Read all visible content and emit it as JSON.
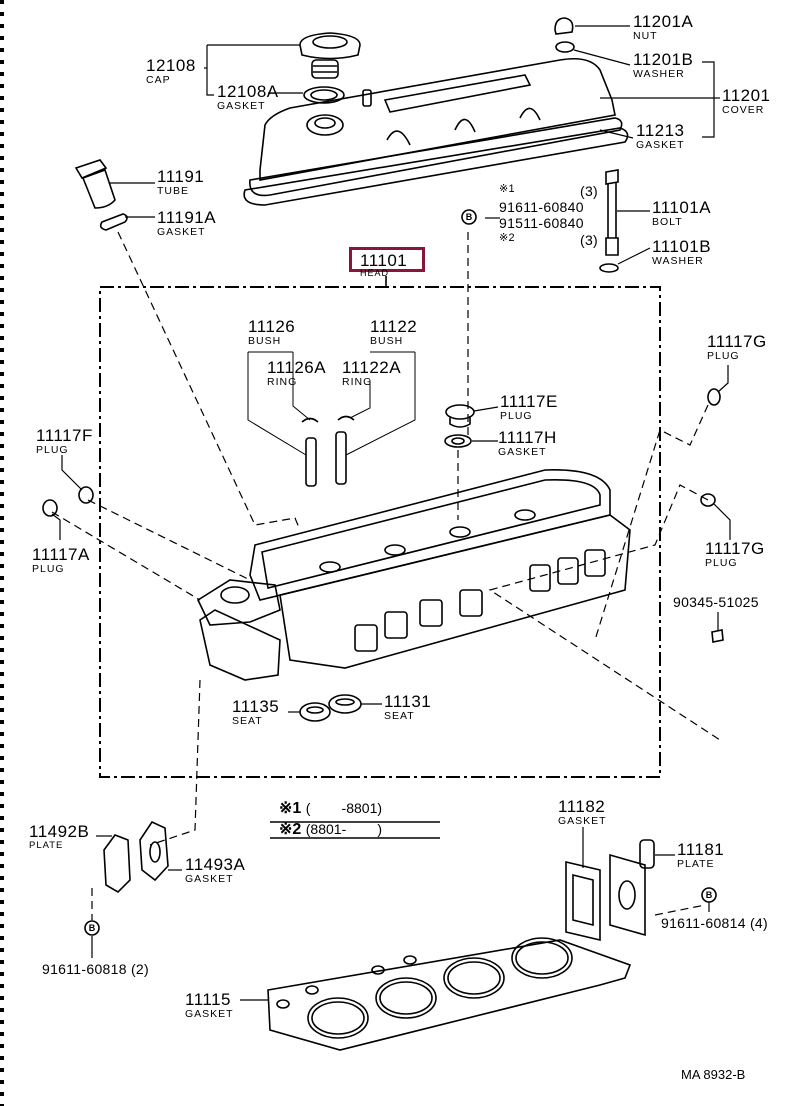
{
  "diagram": {
    "figure_id": "MA 8932-B",
    "highlight_color": "#8a1538",
    "highlighted_part": "11101",
    "parts": [
      {
        "id": "12108",
        "name": "CAP"
      },
      {
        "id": "12108A",
        "name": "GASKET"
      },
      {
        "id": "11201A",
        "name": "NUT"
      },
      {
        "id": "11201B",
        "name": "WASHER"
      },
      {
        "id": "11201",
        "name": "COVER"
      },
      {
        "id": "11213",
        "name": "GASKET"
      },
      {
        "id": "11191",
        "name": "TUBE"
      },
      {
        "id": "11191A",
        "name": "GASKET"
      },
      {
        "id": "11101",
        "name": "HEAD"
      },
      {
        "id": "11101A",
        "name": "BOLT"
      },
      {
        "id": "11101B",
        "name": "WASHER"
      },
      {
        "id": "11126",
        "name": "BUSH"
      },
      {
        "id": "11122",
        "name": "BUSH"
      },
      {
        "id": "11126A",
        "name": "RING"
      },
      {
        "id": "11122A",
        "name": "RING"
      },
      {
        "id": "11117E",
        "name": "PLUG"
      },
      {
        "id": "11117H",
        "name": "GASKET"
      },
      {
        "id": "11117G",
        "name": "PLUG"
      },
      {
        "id": "11117F",
        "name": "PLUG"
      },
      {
        "id": "11117A",
        "name": "PLUG"
      },
      {
        "id": "11117G",
        "name": "PLUG"
      },
      {
        "id": "11135",
        "name": "SEAT"
      },
      {
        "id": "11131",
        "name": "SEAT"
      },
      {
        "id": "11492B",
        "name": "PLATE"
      },
      {
        "id": "11493A",
        "name": "GASKET"
      },
      {
        "id": "11182",
        "name": "GASKET"
      },
      {
        "id": "11181",
        "name": "PLATE"
      },
      {
        "id": "11115",
        "name": "GASKET"
      }
    ],
    "bolt_refs": {
      "mark1": "※1",
      "mark2": "※2",
      "qty1": "(3)",
      "qty2": "(3)",
      "part1": "91611-60840",
      "part2": "91511-60840"
    },
    "standalone_refs": [
      {
        "id": "90345-51025"
      },
      {
        "id": "91611-60818 (2)"
      },
      {
        "id": "91611-60814 (4)"
      }
    ],
    "bolt_marker": "B",
    "notes": [
      {
        "mark": "※1",
        "range": "(        -8801)"
      },
      {
        "mark": "※2",
        "range": "(8801-        )"
      }
    ]
  }
}
